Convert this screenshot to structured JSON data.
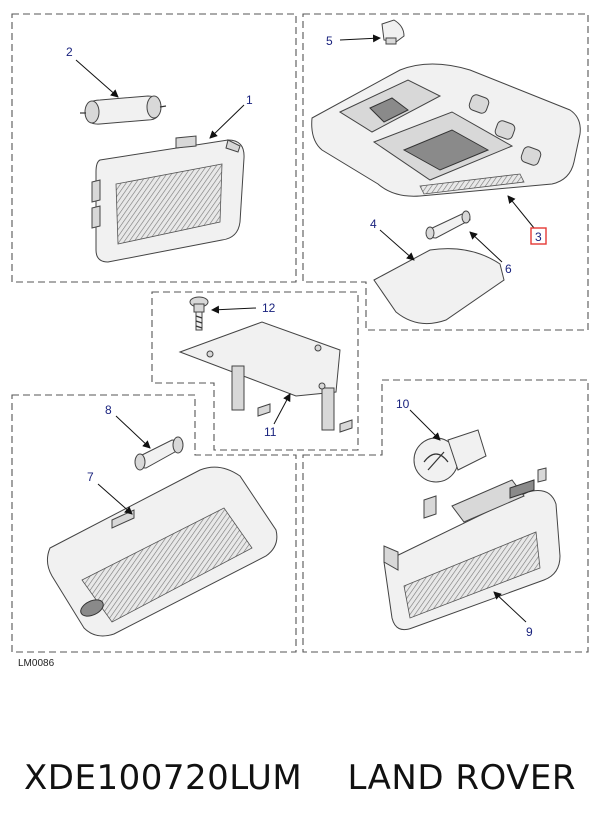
{
  "diagram": {
    "ref_code": "LM0086",
    "callouts": [
      "1",
      "2",
      "3",
      "4",
      "5",
      "6",
      "7",
      "8",
      "9",
      "10",
      "11",
      "12"
    ],
    "highlight_callout": "3",
    "highlight_color": "#e53935",
    "label_color": "#1a237e"
  },
  "caption": {
    "part_number": "XDE100720LUM",
    "brand": "LAND ROVER"
  }
}
